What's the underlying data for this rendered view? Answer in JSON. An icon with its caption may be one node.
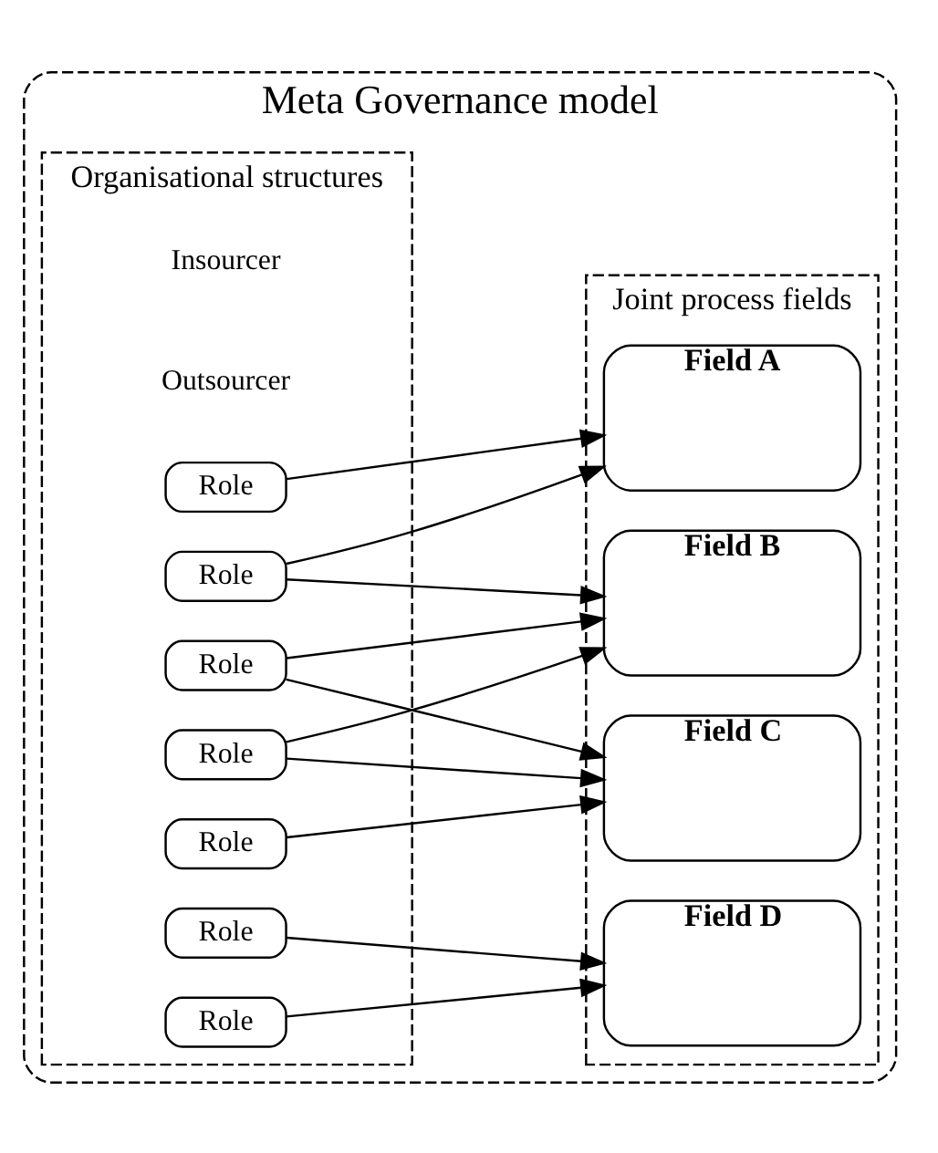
{
  "diagram": {
    "nodes": [
      {
        "text": [
          "Meta Governance model"
        ]
      },
      {
        "text": [
          "Organisational structures"
        ],
        "in": 0
      },
      {
        "text": [
          "Role"
        ],
        "in": 1
      },
      {
        "text": [
          "Role"
        ],
        "in": 1
      },
      {
        "text": [
          "Role"
        ],
        "in": 1
      },
      {
        "text": [
          "Role"
        ],
        "in": 1
      },
      {
        "text": [
          "Role"
        ],
        "in": 1
      },
      {
        "text": [
          "Role"
        ],
        "in": 1
      },
      {
        "text": [
          "Role"
        ],
        "in": 1
      },
      {
        "text": [
          "Joint process fields"
        ],
        "in": 0
      },
      {
        "text": [
          "Field A"
        ],
        "in": 9
      },
      {
        "text": [
          "Field B"
        ],
        "in": 9
      },
      {
        "text": [
          "Field C"
        ],
        "in": 9
      },
      {
        "text": [
          "Field D"
        ],
        "in": 9
      }
    ],
    "edges": [
      {
        "from": 2,
        "to": 10,
        "arrow": "to"
      },
      {
        "from": 3,
        "to": 10,
        "arrow": "to"
      },
      {
        "from": 3,
        "to": 11,
        "arrow": "to"
      },
      {
        "from": 4,
        "to": 11,
        "arrow": "to"
      },
      {
        "from": 4,
        "to": 12,
        "arrow": "to"
      },
      {
        "from": 5,
        "to": 11,
        "arrow": "to"
      },
      {
        "from": 5,
        "to": 12,
        "arrow": "to"
      },
      {
        "from": 6,
        "to": 12,
        "arrow": "to"
      },
      {
        "from": 7,
        "to": 13,
        "arrow": "to"
      },
      {
        "from": 8,
        "to": 13,
        "arrow": "to"
      }
    ],
    "labels": [
      "Outsourcer",
      "Insourcer"
    ]
  }
}
